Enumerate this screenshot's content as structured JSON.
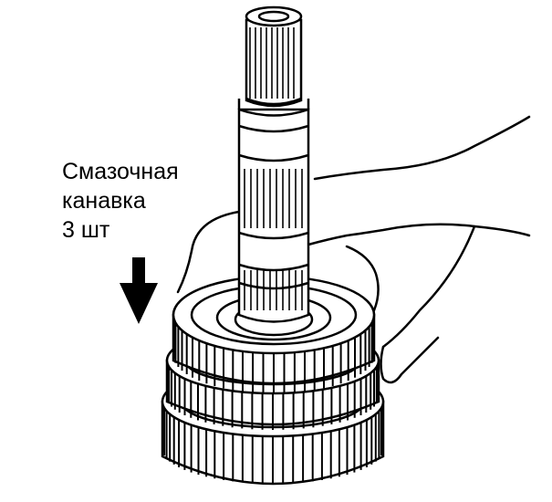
{
  "callout": {
    "lines": [
      "Смазочная",
      "канавка",
      "3 шт"
    ]
  },
  "colors": {
    "ink": "#000000",
    "paper": "#ffffff"
  },
  "icons": {
    "direction": "arrow-down-icon"
  }
}
